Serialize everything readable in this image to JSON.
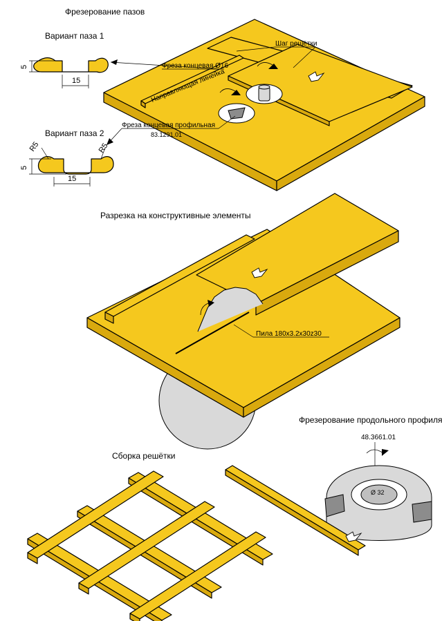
{
  "sections": {
    "slot_milling": {
      "title": "Фрезерование пазов",
      "variant1_label": "Вариант паза 1",
      "variant2_label": "Вариант паза 2",
      "dim_depth": "5",
      "dim_width": "15",
      "dim_radius_left": "R5",
      "dim_radius_right": "R5",
      "label_end_mill": "Фреза концевая Ø16",
      "label_guide": "Направляющая линейка",
      "label_grid_step": "Шаг решётки",
      "label_profile_mill": "Фреза концевая профильная",
      "label_profile_mill_code": "83.1291.01"
    },
    "cutting": {
      "title": "Разрезка на конструктивные элементы",
      "label_saw": "Пила 180x3.2x30z30"
    },
    "profile_milling": {
      "title": "Фрезерование продольного профиля",
      "cutter_code": "48.3661.01",
      "cutter_diameter": "Ø 32"
    },
    "assembly": {
      "title": "Сборка решётки"
    }
  },
  "colors": {
    "wood": "#F5C81E",
    "wood_side": "#D9A90E",
    "metal": "#d9d9d9"
  }
}
